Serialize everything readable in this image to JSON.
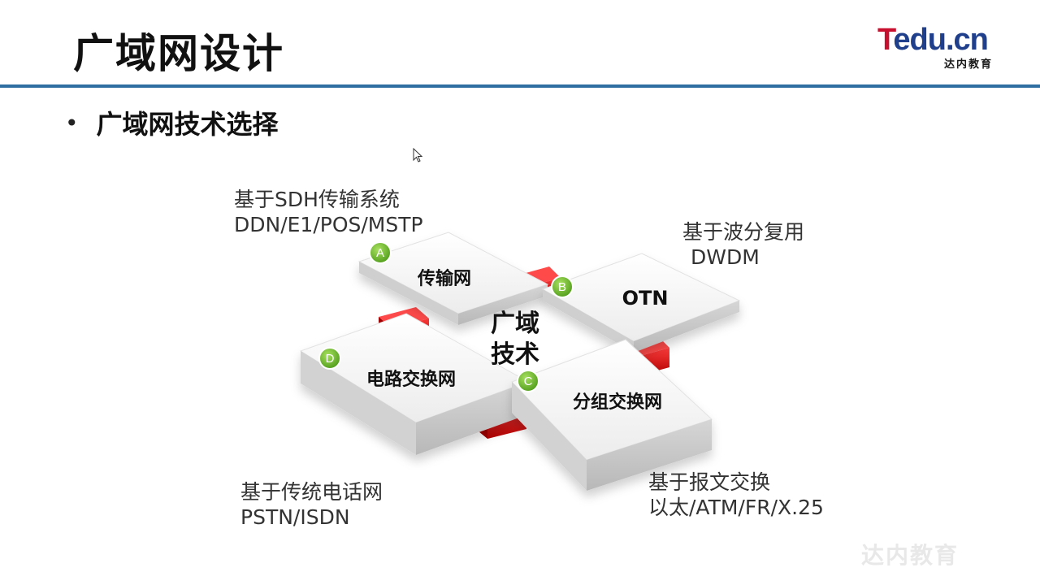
{
  "header": {
    "title": "广域网设计",
    "logo_text": "Tedu.cn",
    "logo_subtitle": "达内教育"
  },
  "bullet": {
    "text": "广域网技术选择"
  },
  "diagram": {
    "center_label_line1": "广域",
    "center_label_line2": "技术",
    "tiles": [
      {
        "badge": "A",
        "label": "传输网"
      },
      {
        "badge": "B",
        "label": "OTN"
      },
      {
        "badge": "C",
        "label": "分组交换网"
      },
      {
        "badge": "D",
        "label": "电路交换网"
      }
    ],
    "annotations": {
      "top_left": {
        "line1": "基于SDH传输系统",
        "line2": "DDN/E1/POS/MSTP"
      },
      "top_right": {
        "line1": "基于波分复用",
        "line2": "DWDM"
      },
      "bottom_left": {
        "line1": "基于传统电话网",
        "line2": "PSTN/ISDN"
      },
      "bottom_right": {
        "line1": "基于报文交换",
        "line2": "以太/ATM/FR/X.25"
      }
    }
  },
  "colors": {
    "accent_rule": "#2f6ea0",
    "badge_green": "#6cbf2a",
    "connector_red": "#d40f0f"
  },
  "watermark": {
    "text": "达内教育"
  }
}
